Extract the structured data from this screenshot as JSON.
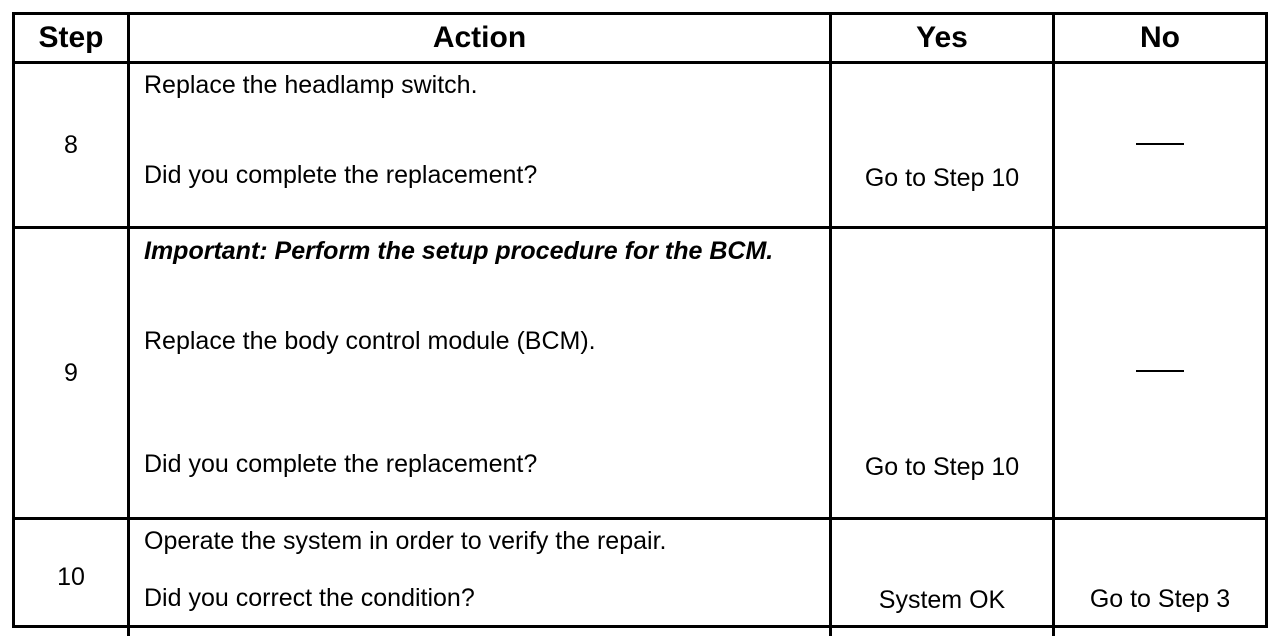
{
  "headers": {
    "step": "Step",
    "action": "Action",
    "yes": "Yes",
    "no": "No"
  },
  "rows": [
    {
      "step": "8",
      "action_lines": [
        "Replace the headlamp switch.",
        "Did you complete the replacement?"
      ],
      "yes": "Go to Step 10",
      "no": "—"
    },
    {
      "step": "9",
      "important": "Important: Perform the setup procedure for the BCM.",
      "action_lines": [
        "Replace the body control module (BCM).",
        "Did you complete the replacement?"
      ],
      "yes": "Go to Step 10",
      "no": "—"
    },
    {
      "step": "10",
      "action_lines": [
        "Operate the system in order to verify the repair.",
        "Did you correct the condition?"
      ],
      "yes": "System OK",
      "no": "Go to Step 3"
    }
  ]
}
